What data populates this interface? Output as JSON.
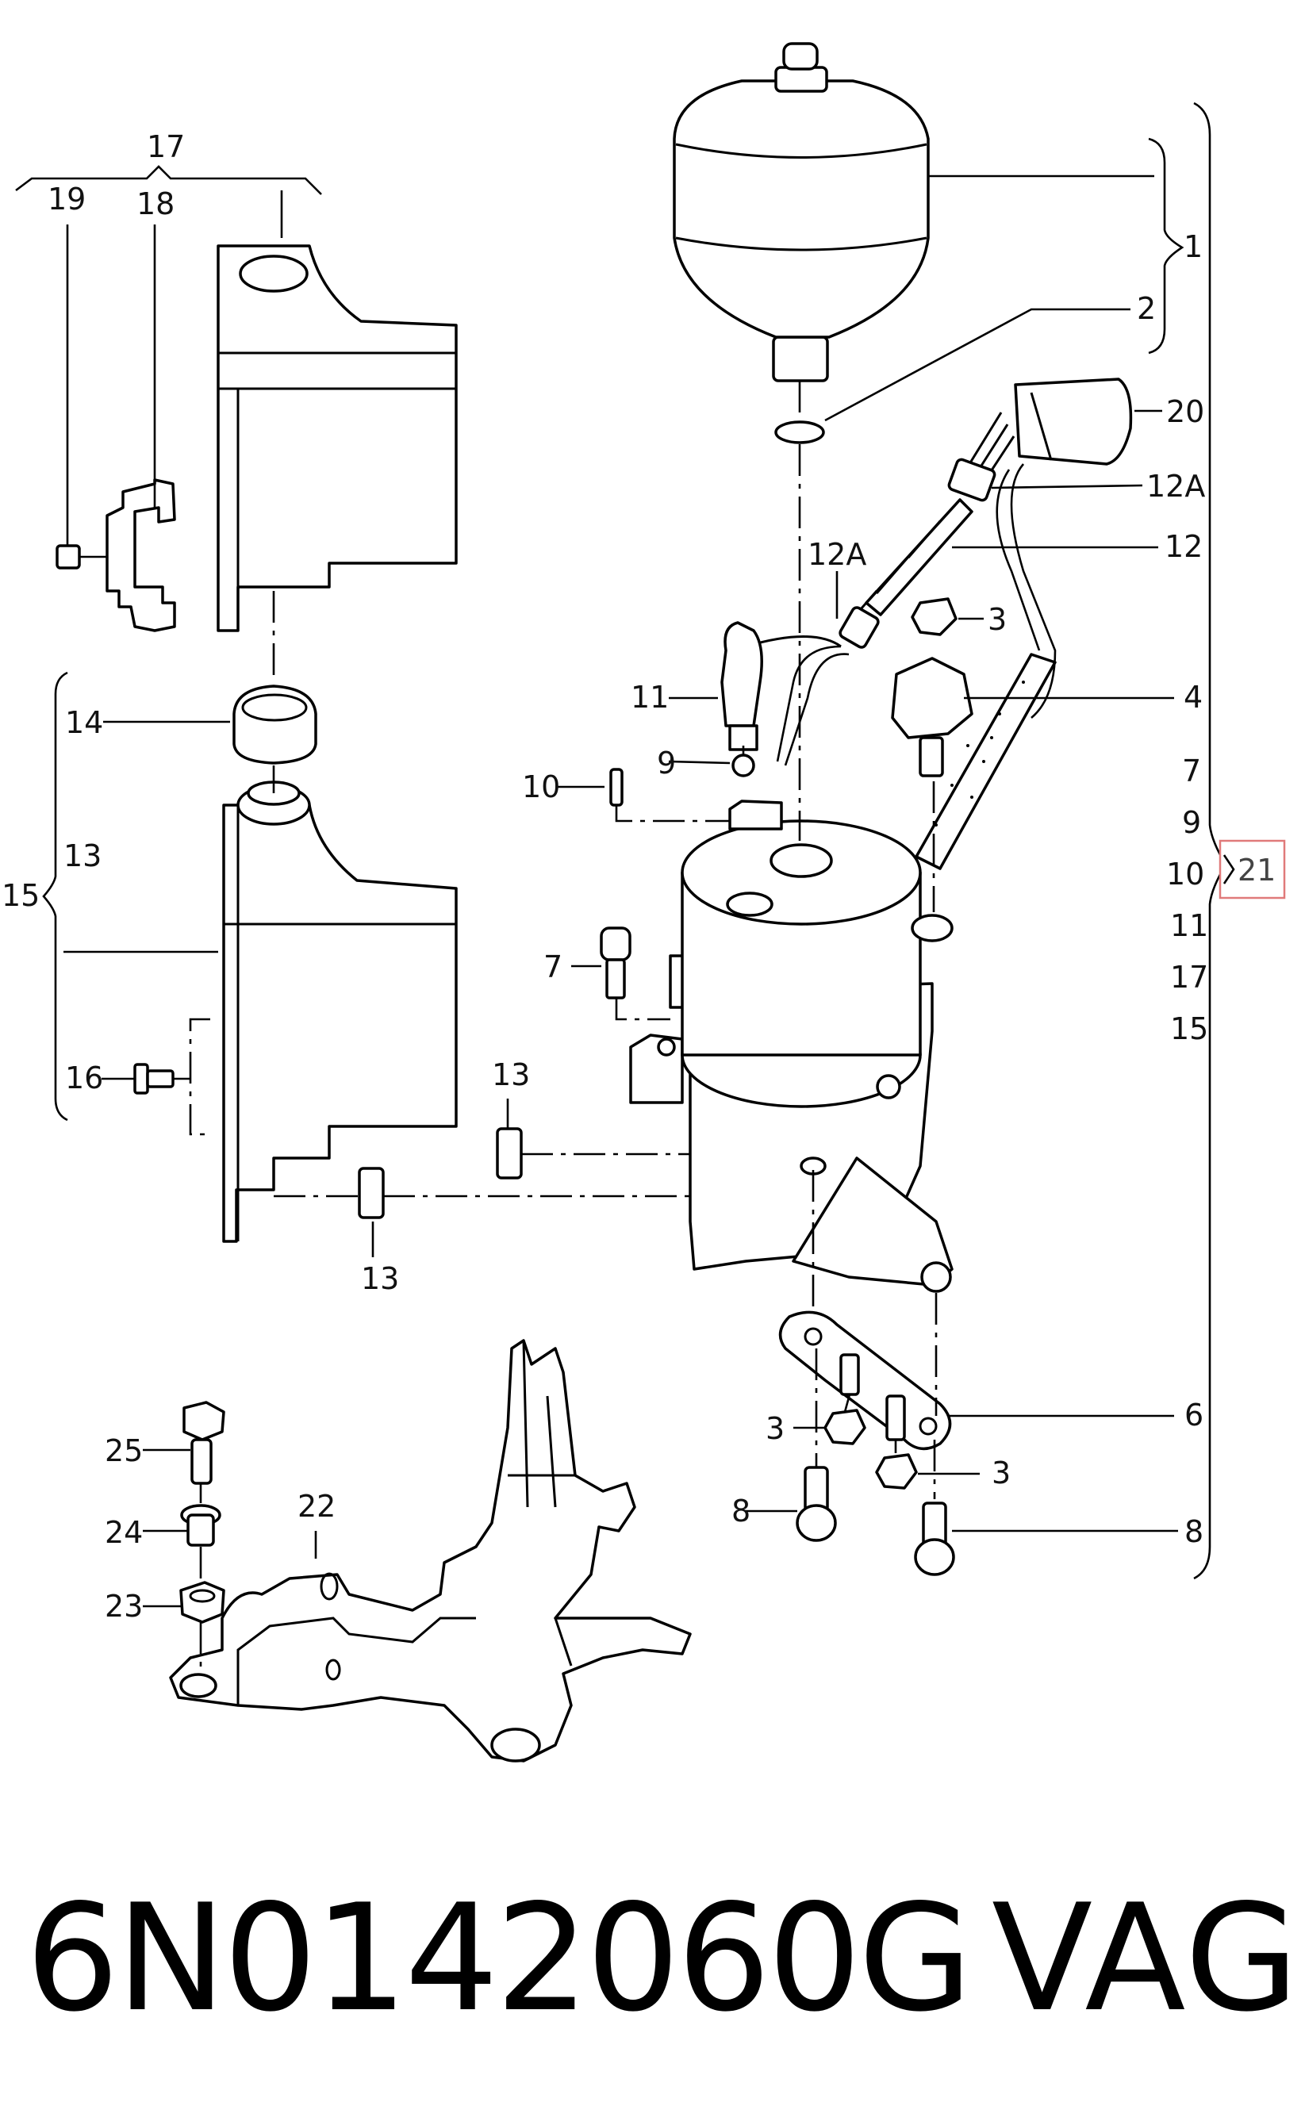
{
  "callouts": {
    "c1": "1",
    "c2": "2",
    "c3a": "3",
    "c3b": "3",
    "c3c": "3",
    "c4": "4",
    "c6": "6",
    "c7": "7",
    "c8a": "8",
    "c8b": "8",
    "c9": "9",
    "c10": "10",
    "c11": "11",
    "c12": "12",
    "c12a_right": "12A",
    "c12a_top": "12A",
    "c13_left": "13",
    "c13_mid": "13",
    "c13_bottom": "13",
    "c14": "14",
    "c15": "15",
    "c16": "16",
    "c17": "17",
    "c18": "18",
    "c19": "19",
    "c20": "20",
    "c22": "22",
    "c23": "23",
    "c24": "24",
    "c25": "25"
  },
  "group_21_members": [
    "7",
    "9",
    "10",
    "11",
    "17",
    "15"
  ],
  "group_21_label": "21",
  "colors": {
    "highlight_border": "#e07a7a",
    "line": "#000000"
  },
  "footer": {
    "part_number": "6N0142060G",
    "brand": "VAG"
  }
}
